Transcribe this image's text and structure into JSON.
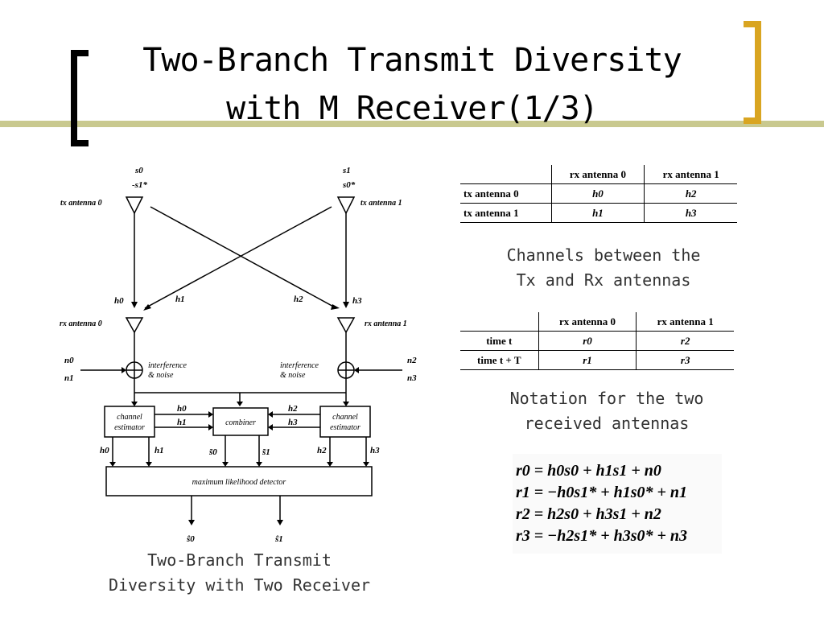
{
  "slide": {
    "title_line1": "Two-Branch Transmit Diversity",
    "title_line2": "with M Receiver(1/3)",
    "colors": {
      "accent_bar": "#c9c98f",
      "bracket_right": "#d9a521",
      "bracket_left": "#000000"
    }
  },
  "diagram": {
    "caption_line1": "Two-Branch Transmit",
    "caption_line2": "Diversity with Two Receiver",
    "tx0_symbols": [
      "s0",
      "-s1*"
    ],
    "tx1_symbols": [
      "s1",
      "s0*"
    ],
    "tx_antenna_0": "tx antenna 0",
    "tx_antenna_1": "tx antenna 1",
    "rx_antenna_0": "rx antenna 0",
    "rx_antenna_1": "rx antenna 1",
    "channels": [
      "h0",
      "h1",
      "h2",
      "h3"
    ],
    "noise_left": [
      "n0",
      "n1"
    ],
    "noise_right": [
      "n2",
      "n3"
    ],
    "interference_line1": "interference",
    "interference_line2": "& noise",
    "channel_estimator_line1": "channel",
    "channel_estimator_line2": "estimator",
    "combiner": "combiner",
    "combiner_outputs": [
      "s̃0",
      "s̃1"
    ],
    "detector": "maximum likelihood detector",
    "outputs": [
      "ŝ0",
      "ŝ1"
    ]
  },
  "channels_table": {
    "headers": [
      "",
      "rx antenna 0",
      "rx antenna 1"
    ],
    "rows": [
      [
        "tx antenna 0",
        "h0",
        "h2"
      ],
      [
        "tx antenna 1",
        "h1",
        "h3"
      ]
    ],
    "caption_line1": "Channels between the",
    "caption_line2": "Tx and Rx antennas"
  },
  "notation_table": {
    "headers": [
      "",
      "rx antenna 0",
      "rx antenna 1"
    ],
    "rows": [
      [
        "time t",
        "r0",
        "r2"
      ],
      [
        "time t + T",
        "r1",
        "r3"
      ]
    ],
    "caption_line1": "Notation for the two",
    "caption_line2": "received antennas"
  },
  "equations": [
    "r0 = h0s0 + h1s1 + n0",
    "r1 = −h0s1* + h1s0* + n1",
    "r2 = h2s0 + h3s1 + n2",
    "r3 = −h2s1* + h3s0* + n3"
  ]
}
